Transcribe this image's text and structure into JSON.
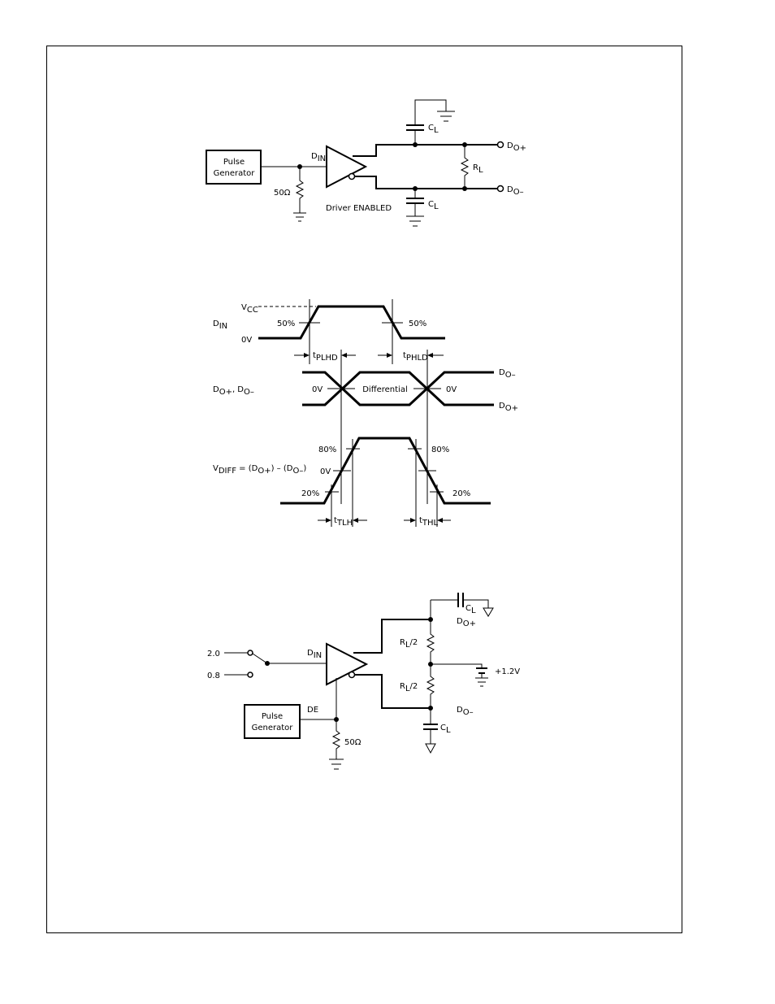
{
  "circuit1": {
    "generator": [
      "Pulse",
      "Generator"
    ],
    "input_label": "D",
    "input_sub": "IN",
    "resistor": "50Ω",
    "driver_status": "Driver ENABLED",
    "cap_label": "C",
    "cap_sub": "L",
    "load_label": "R",
    "load_sub": "L",
    "out_pos": "D",
    "out_pos_sub": "O+",
    "out_neg": "D",
    "out_neg_sub": "O–"
  },
  "timing": {
    "vcc": "V",
    "vcc_sub": "CC",
    "din": "D",
    "din_sub": "IN",
    "zero_v": "0V",
    "pct50_left": "50%",
    "pct50_right": "50%",
    "tplhd": "t",
    "tplhd_sub": "PLHD",
    "tphld": "t",
    "tphld_sub": "PHLD",
    "outputs_d1": "D",
    "outputs_s1": "O+",
    "outputs_sep": ", D",
    "outputs_s2": "O–",
    "diff_left": "0V",
    "differential": "Differential",
    "diff_right": "0V",
    "dominus": "D",
    "dominus_sub": "O–",
    "doplus": "D",
    "doplus_sub": "O+",
    "vdiff": "V",
    "vdiff_sub": "DIFF",
    "vdiff_eq1": " = (D",
    "vdiff_s1": "O+",
    "vdiff_eq2": ") – (D",
    "vdiff_s2": "O–",
    "vdiff_eq3": ")",
    "pct80_left": "80%",
    "pct80_right": "80%",
    "pct0": "0V",
    "pct20_left": "20%",
    "pct20_right": "20%",
    "ttlh": "t",
    "ttlh_sub": "TLH",
    "tthl": "t",
    "tthl_sub": "THL"
  },
  "circuit2": {
    "v_high": "2.0",
    "v_low": "0.8",
    "input_label": "D",
    "input_sub": "IN",
    "generator": [
      "Pulse",
      "Generator"
    ],
    "enable": "DE",
    "resistor": "50Ω",
    "cap_label": "C",
    "cap_sub": "L",
    "half_r": "R",
    "half_r_sub": "L",
    "half_r_div": "/2",
    "supply": "+1.2V",
    "out_pos": "D",
    "out_pos_sub": "O+",
    "out_neg": "D",
    "out_neg_sub": "O–"
  }
}
